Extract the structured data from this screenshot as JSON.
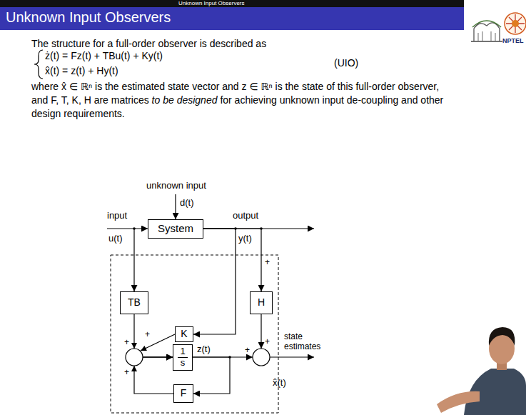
{
  "diagram": {
    "title": "Unknown Input Observers",
    "nodes": [
      {
        "text": [
          "System"
        ]
      },
      {
        "text": [
          "TB"
        ]
      },
      {
        "text": [
          "K"
        ]
      },
      {
        "text": [
          "H"
        ]
      },
      {
        "text": [
          "1",
          "s"
        ]
      },
      {
        "text": [
          "F"
        ]
      }
    ],
    "edges": [
      {
        "from": 0,
        "to": 2,
        "arrow": "to"
      },
      {
        "from": 0,
        "to": 3,
        "arrow": "to"
      },
      {
        "from": 1,
        "to": 4,
        "arrow": "to"
      },
      {
        "from": 2,
        "to": 4,
        "arrow": "to"
      },
      {
        "from": 5,
        "to": 4,
        "arrow": "to"
      },
      {
        "from": 4,
        "to": 5,
        "arrow": "to"
      }
    ],
    "labels": [
      "Unknown Input Observers",
      "The structure for a full-order observer is described as",
      "ż(t) = Fz(t) + TBu(t) + Ky(t)",
      "x̂(t) = z(t) + Hy(t)",
      "(UIO)",
      "where x̂ ∈ ℝⁿ is the estimated state vector and z ∈ ℝⁿ is the state of this full-order observer, and F, T, K, H are matrices",
      "to be designed",
      "for achieving unknown input de-coupling and other design requirements.",
      "unknown input",
      "d(t)",
      "input",
      "u(t)",
      "output",
      "y(t)",
      "z(t)",
      "state estimates",
      "x̂(t)",
      "+",
      "+",
      "+",
      "+",
      "+",
      "+",
      "NPTEL"
    ]
  }
}
